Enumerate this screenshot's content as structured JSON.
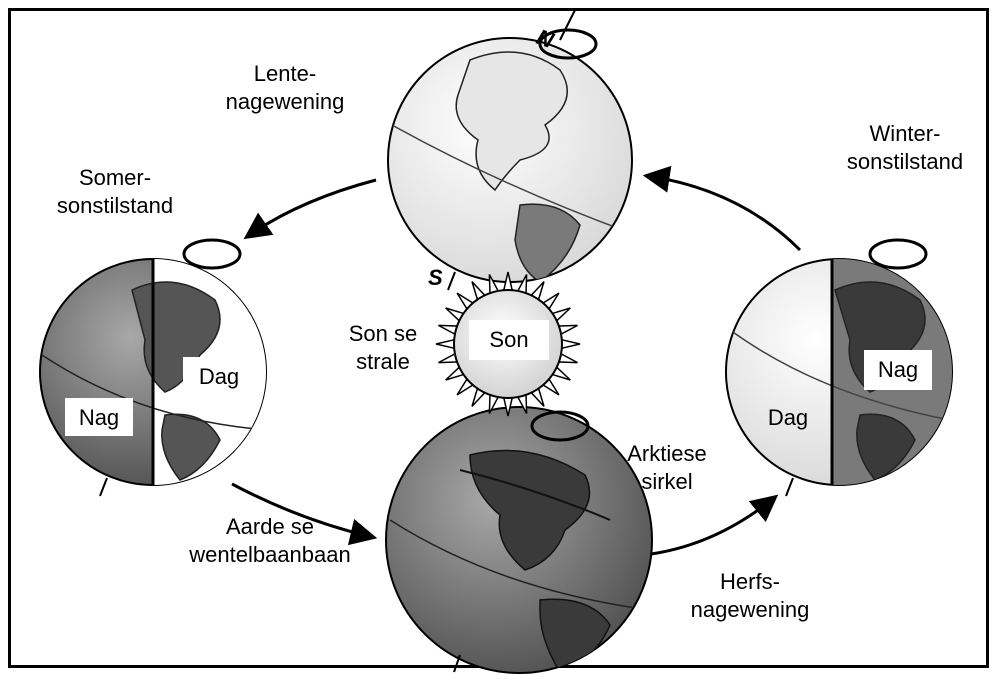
{
  "title": "",
  "seasons": {
    "spring": {
      "line1": "Lente-",
      "line2": "nagewening"
    },
    "summer": {
      "line1": "Somer-",
      "line2": "sonstilstand"
    },
    "winter": {
      "line1": "Winter-",
      "line2": "sonstilstand"
    },
    "autumn": {
      "line1": "Herfs-",
      "line2": "nagewening"
    }
  },
  "sun": {
    "label": "Son",
    "rays_line1": "Son se",
    "rays_line2": "strale"
  },
  "orbit": {
    "line1": "Aarde se",
    "line2": "wentelbaanbaan"
  },
  "arctic": {
    "line1": "Arktiese",
    "line2": "sirkel"
  },
  "labels": {
    "day_left": "Dag",
    "night_left": "Nag",
    "day_right": "Dag",
    "night_right": "Nag"
  },
  "poles": {
    "north": "N",
    "south": "S"
  },
  "colors": {
    "border": "#000000",
    "globe_light": "#f2f2f2",
    "globe_dark": "#6e6e6e",
    "land_dark": "#3a3a3a",
    "land_light": "#dcdcdc"
  }
}
